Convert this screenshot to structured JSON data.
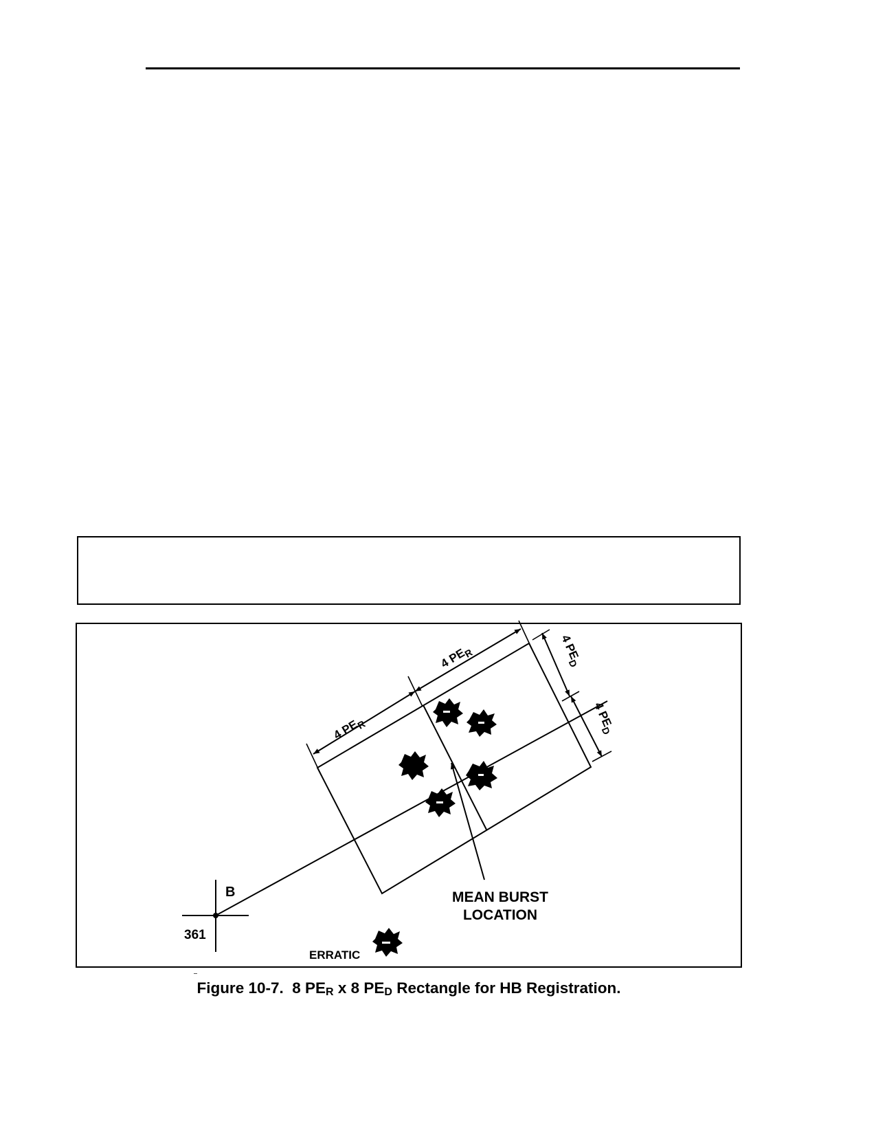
{
  "figure": {
    "caption": {
      "prefix": "Figure 10-7.",
      "part1": "8 PE",
      "sub1": "R",
      "part2": "x 8 PE",
      "sub2": "D",
      "part3": "Rectangle for HB Registration."
    },
    "labels": {
      "range_dim_1": "4 PE",
      "range_dim_1_sub": "R",
      "range_dim_2": "4 PE",
      "range_dim_2_sub": "R",
      "deflection_dim_1": "4 PE",
      "deflection_dim_1_sub": "D",
      "deflection_dim_2": "4 PE",
      "deflection_dim_2_sub": "D",
      "observer_letter": "B",
      "observer_number": "361",
      "mean_burst_line1": "MEAN BURST",
      "mean_burst_line2": "LOCATION",
      "erratic": "ERRATIC"
    }
  }
}
